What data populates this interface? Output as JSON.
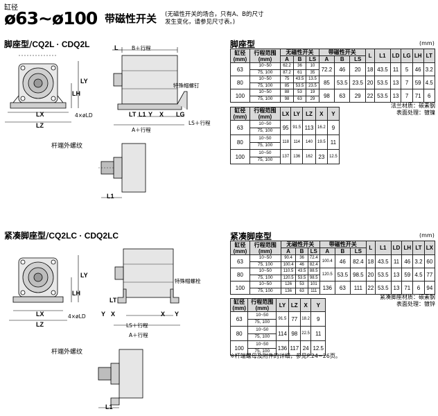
{
  "header": {
    "caption": "缸径",
    "bore_range": "ø63~ø100",
    "switch_title": "带磁性开关",
    "note_line1": "(无磁性开关的场合，只有A、B的尺寸",
    "note_line2": "发生变化，请参见尺寸表。)"
  },
  "section1": {
    "title_cn": "脚座型/",
    "title_en": "CQ2L · CDQ2L",
    "table_title": "脚座型",
    "unit": "(mm)",
    "labels": {
      "l": "L",
      "b_stroke": "B＋行程",
      "special_screw": "特殊帽螺钉",
      "ly": "LY",
      "lh": "LH",
      "lx": "LX",
      "lz": "LZ",
      "ld": "4×øLD",
      "lt": "LT",
      "x": "X",
      "y": "Y",
      "l1": "L1",
      "lg": "LG",
      "ls_stroke": "LS＋行程",
      "a_stroke": "A＋行程",
      "rod_thread": "杆端外螺纹"
    },
    "table1": {
      "h_bore": "缸径",
      "h_bore_unit": "(mm)",
      "h_stroke": "行程范围",
      "h_stroke_unit": "(mm)",
      "h_sw": "无磁性开关",
      "h_withsw": "带磁性开关",
      "h_a": "A",
      "h_b": "B",
      "h_ls": "LS",
      "h_a2": "A",
      "h_b2": "B",
      "h_ls2": "LS",
      "h_l": "L",
      "h_l1": "L1",
      "h_ld": "LD",
      "h_lg": "LG",
      "h_lh": "LH",
      "h_lt": "LT",
      "rows": [
        {
          "bore": "63",
          "s1": "10~50",
          "s2": "75, 100",
          "a1": "62.2",
          "a2": "87.2",
          "b1": "36",
          "b2": "61",
          "ls1": "10",
          "ls2": "35",
          "wa": "72.2",
          "wb": "46",
          "wls": "20",
          "l": "18",
          "l1": "43.5",
          "ld": "11",
          "lg": "5",
          "lh": "46",
          "lt": "3.2"
        },
        {
          "bore": "80",
          "s1": "10~50",
          "s2": "75, 100",
          "a1": "75",
          "a2": "85",
          "b1": "43.5",
          "b2": "53.5",
          "ls1": "13.5",
          "ls2": "23.5",
          "wa": "85",
          "wb": "53.5",
          "wls": "23.5",
          "l": "20",
          "l1": "53.5",
          "ld": "13",
          "lg": "7",
          "lh": "59",
          "lt": "4.5"
        },
        {
          "bore": "100",
          "s1": "10~50",
          "s2": "75, 100",
          "a1": "88",
          "a2": "98",
          "b1": "53",
          "b2": "63",
          "ls1": "19",
          "ls2": "29",
          "wa": "98",
          "wb": "63",
          "wls": "29",
          "l": "22",
          "l1": "53.5",
          "ld": "13",
          "lg": "7",
          "lh": "71",
          "lt": "6"
        }
      ]
    },
    "table2": {
      "h_bore": "缸径",
      "h_bore_unit": "(mm)",
      "h_stroke": "行程范围",
      "h_stroke_unit": "(mm)",
      "h_lx": "LX",
      "h_ly": "LY",
      "h_lz": "LZ",
      "h_x": "X",
      "h_y": "Y",
      "rows": [
        {
          "bore": "63",
          "s1": "10~50",
          "s2": "75, 100",
          "lx": "95",
          "ly": "91.5",
          "lz": "113",
          "x": "16.2",
          "y": "9"
        },
        {
          "bore": "80",
          "s1": "10~50",
          "s2": "75, 100",
          "lx": "118",
          "ly": "114",
          "lz": "140",
          "x": "19.5",
          "y": "11"
        },
        {
          "bore": "100",
          "s1": "10~50",
          "s2": "75, 100",
          "lx": "137",
          "ly": "136",
          "lz": "162",
          "x": "23",
          "y": "12.5"
        }
      ]
    },
    "notes": [
      "法兰材质：碳素钢",
      "表面处理：镀镍"
    ]
  },
  "section2": {
    "title_cn": "紧凑脚座型/",
    "title_en": "CQ2LC · CDQ2LC",
    "table_title": "紧凑脚座型",
    "unit": "(mm)",
    "labels": {
      "special_screw": "特殊帽螺栓",
      "ly": "LY",
      "lh": "LH",
      "lx": "LX",
      "lz": "LZ",
      "ld": "4×øLD",
      "lt": "LT",
      "x": "X",
      "y": "Y",
      "x2": "X",
      "y2": "Y",
      "l1": "L1",
      "ls_stroke": "LS＋行程",
      "a_stroke": "A＋行程",
      "rod_thread": "杆端外螺纹"
    },
    "table1": {
      "h_bore": "缸径",
      "h_bore_unit": "(mm)",
      "h_stroke": "行程范围",
      "h_stroke_unit": "(mm)",
      "h_sw": "无磁性开关",
      "h_withsw": "带磁性开关",
      "h_a": "A",
      "h_b": "B",
      "h_ls": "LS",
      "h_a2": "A",
      "h_b2": "B",
      "h_ls2": "LS",
      "h_l": "L",
      "h_l1": "L1",
      "h_ld": "LD",
      "h_lh": "LH",
      "h_lt": "LT",
      "h_lx": "LX",
      "rows": [
        {
          "bore": "63",
          "s1": "10~50",
          "s2": "75, 100",
          "a1": "90.4",
          "a2": "100.4",
          "b1": "36",
          "b2": "46",
          "ls1": "72.4",
          "ls2": "82.4",
          "wa": "100.4",
          "wb": "46",
          "wls": "82.4",
          "l": "18",
          "l1": "43.5",
          "ld": "11",
          "lh": "46",
          "lt": "3.2",
          "lx": "60"
        },
        {
          "bore": "80",
          "s1": "10~50",
          "s2": "75, 100",
          "a1": "110.5",
          "a2": "120.5",
          "b1": "43.5",
          "b2": "53.5",
          "ls1": "88.5",
          "ls2": "98.5",
          "wa": "120.5",
          "wb": "53.5",
          "wls": "98.5",
          "l": "20",
          "l1": "53.5",
          "ld": "13",
          "lh": "59",
          "lt": "4.5",
          "lx": "77"
        },
        {
          "bore": "100",
          "s1": "10~50",
          "s2": "75, 100",
          "a1": "126",
          "a2": "136",
          "b1": "53",
          "b2": "63",
          "ls1": "101",
          "ls2": "111",
          "wa": "136",
          "wb": "63",
          "wls": "111",
          "l": "22",
          "l1": "53.5",
          "ld": "13",
          "lh": "71",
          "lt": "6",
          "lx": "94"
        }
      ]
    },
    "table2": {
      "h_bore": "缸径",
      "h_bore_unit": "(mm)",
      "h_stroke": "行程范围",
      "h_stroke_unit": "(mm)",
      "h_ly": "LY",
      "h_lz": "LZ",
      "h_x": "X",
      "h_y": "Y",
      "rows": [
        {
          "bore": "63",
          "s1": "10~50",
          "s2": "75, 100",
          "ly": "91.5",
          "lz": "77",
          "x": "18.2",
          "y": "9"
        },
        {
          "bore": "80",
          "s1": "10~50",
          "s2": "75, 100",
          "ly": "114",
          "lz": "98",
          "x": "22.5",
          "y": "11"
        },
        {
          "bore": "100",
          "s1": "10~50",
          "s2": "75, 100",
          "ly": "136",
          "lz": "117",
          "x": "24",
          "y": "12.5"
        }
      ]
    },
    "notes": [
      "紧凑脚座材质：碳素钢",
      "表面处理：镀锌"
    ],
    "footnote": "※杆端螺母及附件的详细，参见P.24~26页。"
  }
}
